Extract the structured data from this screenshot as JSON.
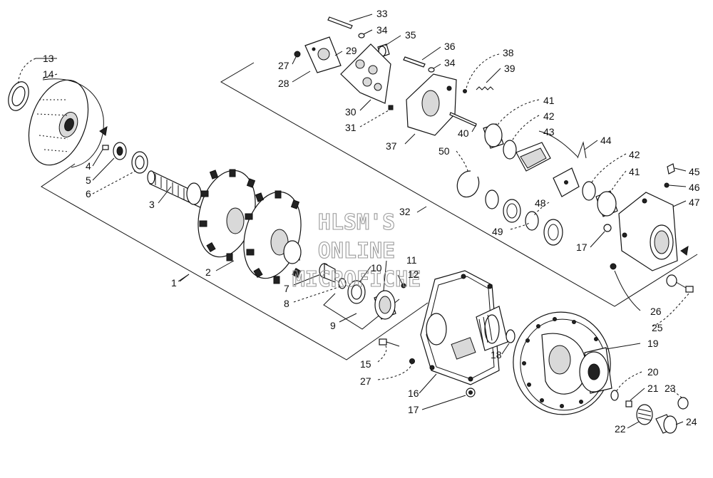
{
  "watermark": {
    "line1": "HLSM'S",
    "line2": "ONLINE",
    "line3": "MICROFICHE"
  },
  "callouts": [
    {
      "id": "c1",
      "text": "1"
    },
    {
      "id": "c2",
      "text": "2"
    },
    {
      "id": "c3",
      "text": "3"
    },
    {
      "id": "c4",
      "text": "4"
    },
    {
      "id": "c5",
      "text": "5"
    },
    {
      "id": "c6",
      "text": "6"
    },
    {
      "id": "c7",
      "text": "7"
    },
    {
      "id": "c8",
      "text": "8"
    },
    {
      "id": "c9",
      "text": "9"
    },
    {
      "id": "c10",
      "text": "10"
    },
    {
      "id": "c11",
      "text": "11"
    },
    {
      "id": "c12",
      "text": "12"
    },
    {
      "id": "c13",
      "text": "13"
    },
    {
      "id": "c14",
      "text": "14"
    },
    {
      "id": "c15",
      "text": "15"
    },
    {
      "id": "c16",
      "text": "16"
    },
    {
      "id": "c17a",
      "text": "17"
    },
    {
      "id": "c17b",
      "text": "17"
    },
    {
      "id": "c18",
      "text": "18"
    },
    {
      "id": "c19",
      "text": "19"
    },
    {
      "id": "c20",
      "text": "20"
    },
    {
      "id": "c21",
      "text": "21"
    },
    {
      "id": "c22",
      "text": "22"
    },
    {
      "id": "c23",
      "text": "23"
    },
    {
      "id": "c24",
      "text": "24"
    },
    {
      "id": "c25",
      "text": "25"
    },
    {
      "id": "c26",
      "text": "26"
    },
    {
      "id": "c27a",
      "text": "27"
    },
    {
      "id": "c27b",
      "text": "27"
    },
    {
      "id": "c28",
      "text": "28"
    },
    {
      "id": "c29",
      "text": "29"
    },
    {
      "id": "c30",
      "text": "30"
    },
    {
      "id": "c31",
      "text": "31"
    },
    {
      "id": "c32",
      "text": "32"
    },
    {
      "id": "c33",
      "text": "33"
    },
    {
      "id": "c34a",
      "text": "34"
    },
    {
      "id": "c34b",
      "text": "34"
    },
    {
      "id": "c35",
      "text": "35"
    },
    {
      "id": "c36",
      "text": "36"
    },
    {
      "id": "c37",
      "text": "37"
    },
    {
      "id": "c38",
      "text": "38"
    },
    {
      "id": "c39",
      "text": "39"
    },
    {
      "id": "c40",
      "text": "40"
    },
    {
      "id": "c41a",
      "text": "41"
    },
    {
      "id": "c41b",
      "text": "41"
    },
    {
      "id": "c42a",
      "text": "42"
    },
    {
      "id": "c42b",
      "text": "42"
    },
    {
      "id": "c43",
      "text": "43"
    },
    {
      "id": "c44",
      "text": "44"
    },
    {
      "id": "c45",
      "text": "45"
    },
    {
      "id": "c46",
      "text": "46"
    },
    {
      "id": "c47",
      "text": "47"
    },
    {
      "id": "c48",
      "text": "48"
    },
    {
      "id": "c49",
      "text": "49"
    },
    {
      "id": "c50",
      "text": "50"
    }
  ]
}
